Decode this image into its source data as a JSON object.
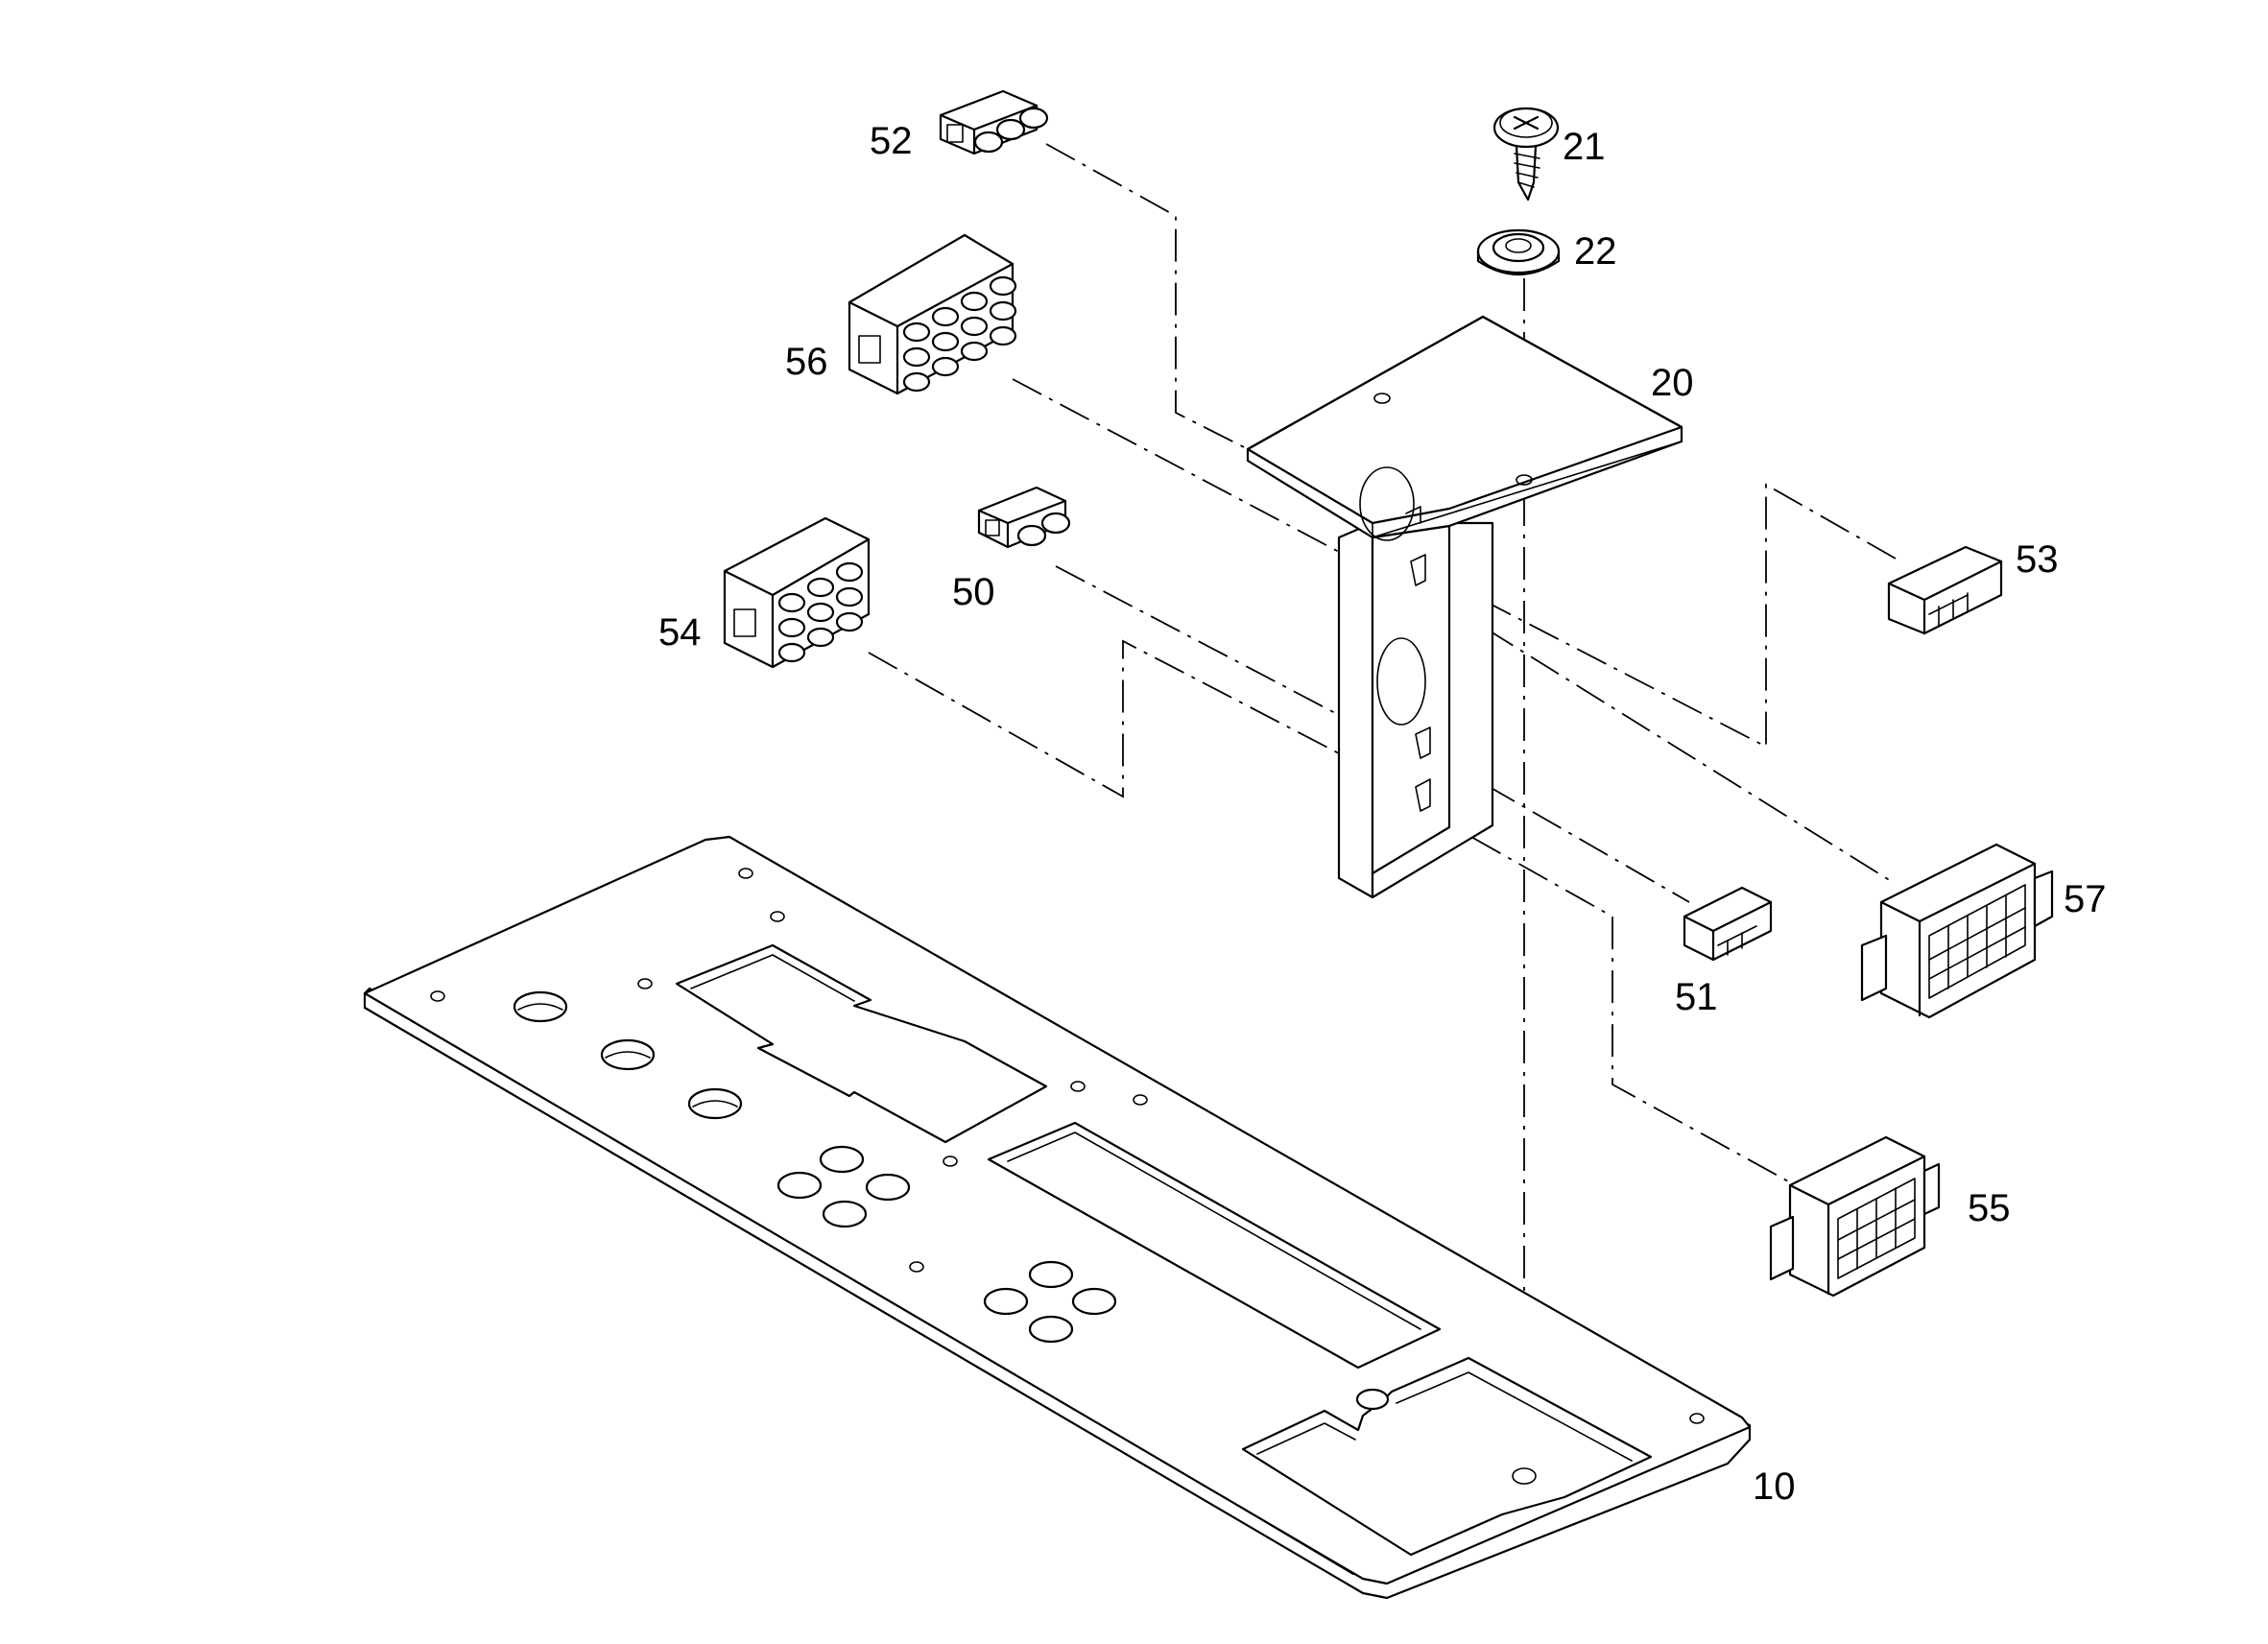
{
  "parts": [
    {
      "id": "p10",
      "label": "10"
    },
    {
      "id": "p20",
      "label": "20"
    },
    {
      "id": "p21",
      "label": "21"
    },
    {
      "id": "p22",
      "label": "22"
    },
    {
      "id": "p50",
      "label": "50"
    },
    {
      "id": "p51",
      "label": "51"
    },
    {
      "id": "p52",
      "label": "52"
    },
    {
      "id": "p53",
      "label": "53"
    },
    {
      "id": "p54",
      "label": "54"
    },
    {
      "id": "p55",
      "label": "55"
    },
    {
      "id": "p56",
      "label": "56"
    },
    {
      "id": "p57",
      "label": "57"
    }
  ]
}
